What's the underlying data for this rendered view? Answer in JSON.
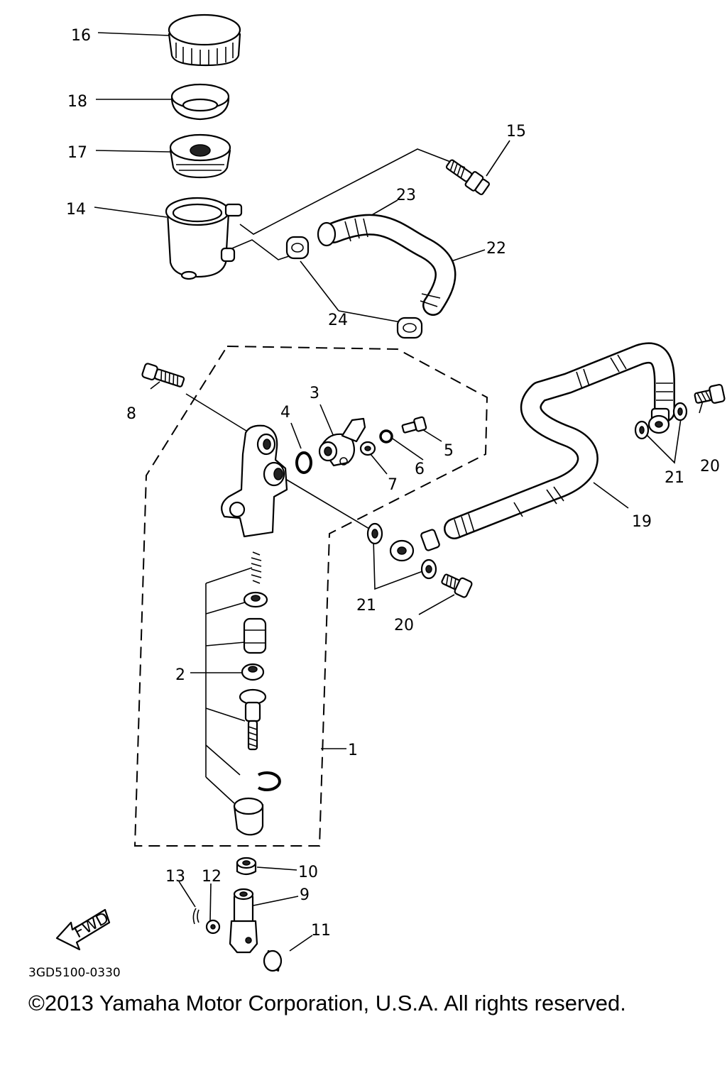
{
  "callouts": [
    {
      "id": "c16",
      "label": "16"
    },
    {
      "id": "c18",
      "label": "18"
    },
    {
      "id": "c17",
      "label": "17"
    },
    {
      "id": "c14",
      "label": "14"
    },
    {
      "id": "c15",
      "label": "15"
    },
    {
      "id": "c23",
      "label": "23"
    },
    {
      "id": "c22",
      "label": "22"
    },
    {
      "id": "c24",
      "label": "24"
    },
    {
      "id": "c8",
      "label": "8"
    },
    {
      "id": "c4",
      "label": "4"
    },
    {
      "id": "c3",
      "label": "3"
    },
    {
      "id": "c5",
      "label": "5"
    },
    {
      "id": "c6",
      "label": "6"
    },
    {
      "id": "c7",
      "label": "7"
    },
    {
      "id": "c20a",
      "label": "20"
    },
    {
      "id": "c21a",
      "label": "21"
    },
    {
      "id": "c19",
      "label": "19"
    },
    {
      "id": "c21b",
      "label": "21"
    },
    {
      "id": "c20b",
      "label": "20"
    },
    {
      "id": "c2",
      "label": "2"
    },
    {
      "id": "c1",
      "label": "1"
    },
    {
      "id": "c10",
      "label": "10"
    },
    {
      "id": "c13",
      "label": "13"
    },
    {
      "id": "c12",
      "label": "12"
    },
    {
      "id": "c9",
      "label": "9"
    },
    {
      "id": "c11",
      "label": "11"
    }
  ],
  "fwd_label": "FWD",
  "diagram_code": "3GD5100-0330",
  "copyright": "©2013 Yamaha Motor Corporation, U.S.A. All rights reserved."
}
